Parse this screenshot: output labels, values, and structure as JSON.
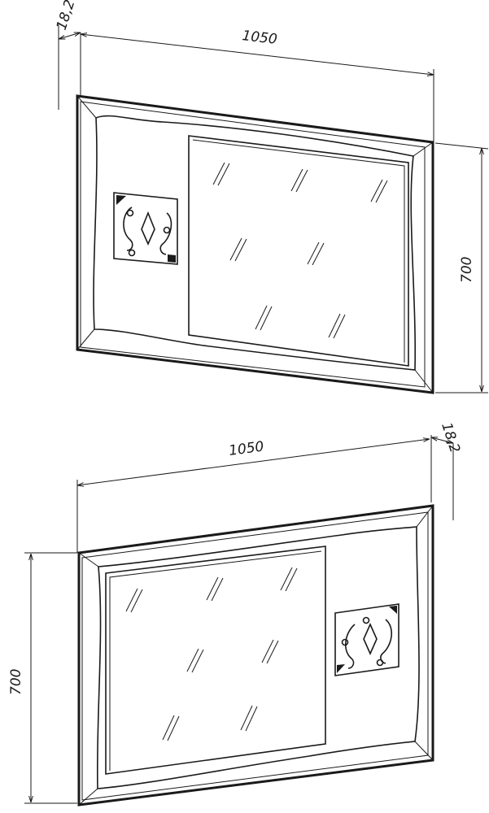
{
  "views": [
    {
      "id": "top",
      "depth_label": "18,2",
      "width_label": "1050",
      "height_label": "700",
      "decor_panel_side": "left"
    },
    {
      "id": "bottom",
      "depth_label": "18,2",
      "width_label": "1050",
      "height_label": "700",
      "decor_panel_side": "right"
    }
  ],
  "colors": {
    "ink": "#1a1a1a",
    "paper": "#ffffff",
    "panel": "#f3f3f3"
  }
}
